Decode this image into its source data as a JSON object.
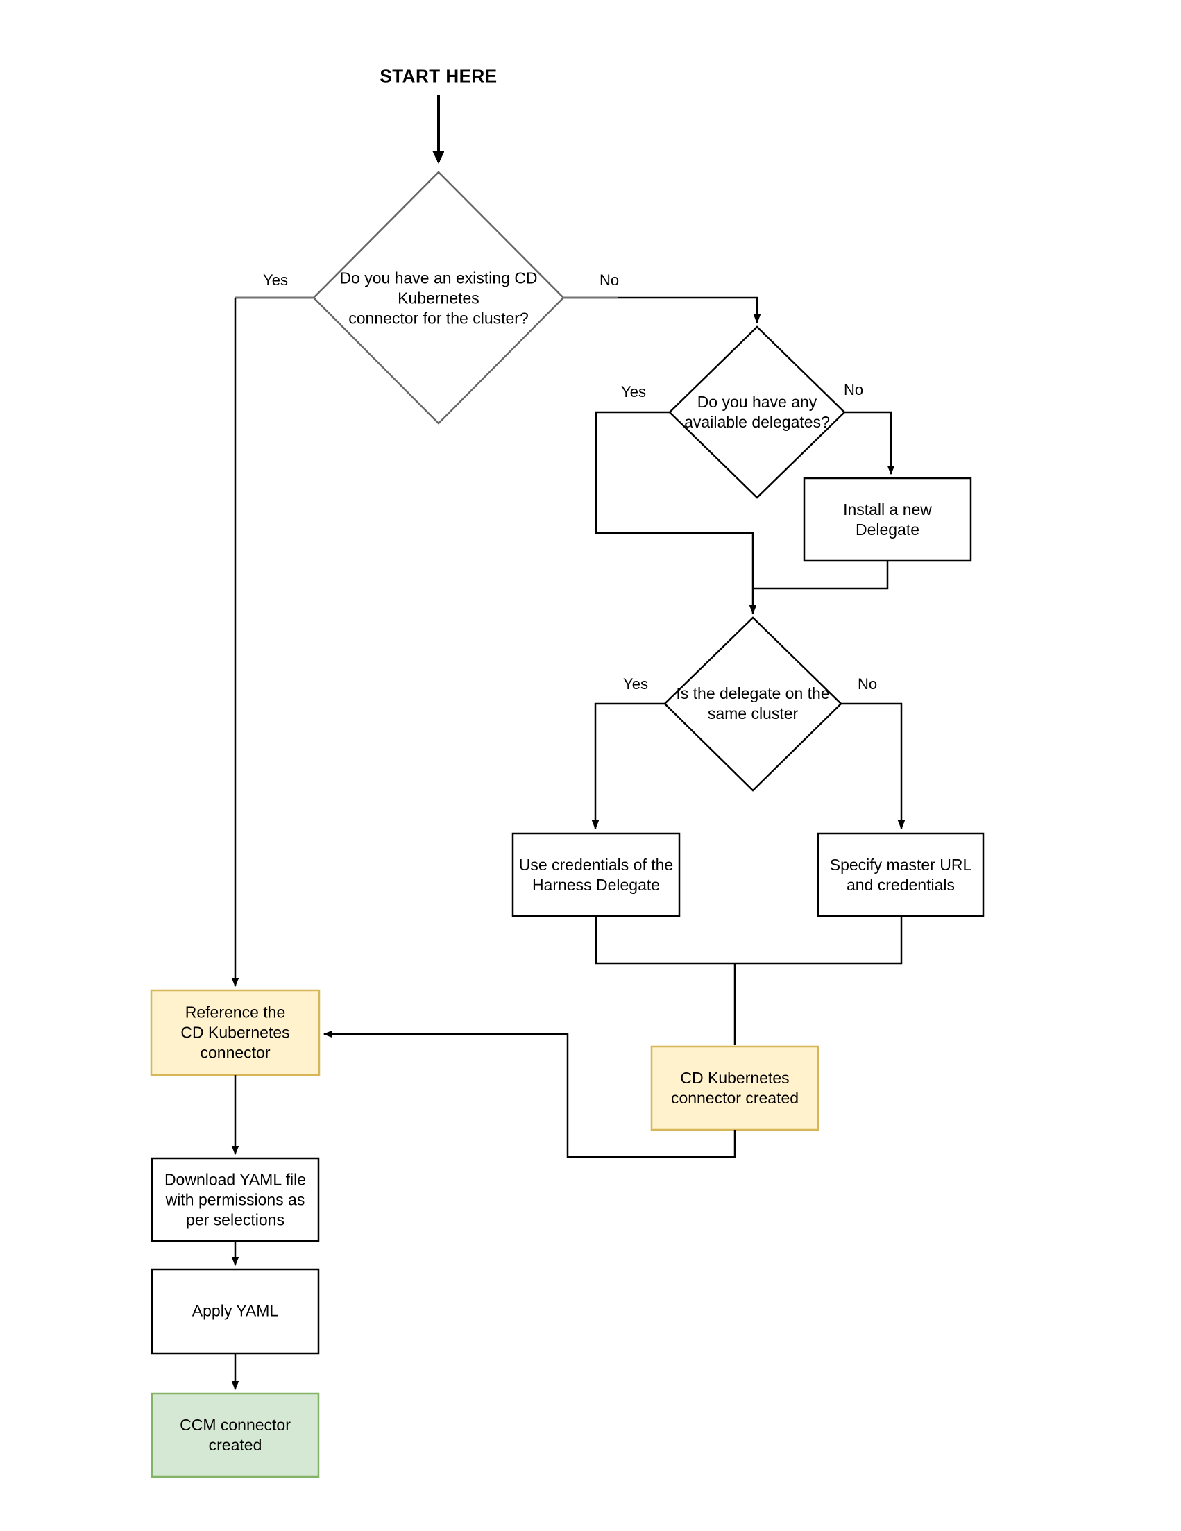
{
  "diagram": {
    "title": "START HERE",
    "nodes": {
      "decision_existing_connector": {
        "type": "decision",
        "label": "Do you have an existing CD\nKubernetes\nconnector for the cluster?"
      },
      "decision_available_delegates": {
        "type": "decision",
        "label": "Do you have any\navailable delegates?"
      },
      "decision_same_cluster": {
        "type": "decision",
        "label": "Is the delegate on the\nsame cluster"
      },
      "install_delegate": {
        "type": "process",
        "label": "Install a new\nDelegate"
      },
      "use_delegate_credentials": {
        "type": "process",
        "label": "Use credentials of the\nHarness Delegate"
      },
      "specify_master_url": {
        "type": "process",
        "label": "Specify master URL\nand credentials"
      },
      "cd_connector_created": {
        "type": "result",
        "label": "CD Kubernetes\nconnector created"
      },
      "reference_connector": {
        "type": "result",
        "label": "Reference the\nCD Kubernetes\nconnector"
      },
      "download_yaml": {
        "type": "process",
        "label": "Download YAML file\nwith permissions as\nper selections"
      },
      "apply_yaml": {
        "type": "process",
        "label": "Apply YAML"
      },
      "ccm_connector_created": {
        "type": "terminal",
        "label": "CCM connector\ncreated"
      }
    },
    "edge_labels": {
      "existing_yes": "Yes",
      "existing_no": "No",
      "delegates_yes": "Yes",
      "delegates_no": "No",
      "same_cluster_yes": "Yes",
      "same_cluster_no": "No"
    },
    "colors": {
      "background": "#ffffff",
      "edge": "#000000",
      "decision_primary_stroke": "#666666",
      "decision_stroke": "#000000",
      "process_fill": "#ffffff",
      "process_stroke": "#000000",
      "highlight_fill": "#FFF2CC",
      "highlight_stroke": "#D6B656",
      "success_fill": "#D5E8D4",
      "success_stroke": "#82B366",
      "text": "#000000"
    }
  }
}
